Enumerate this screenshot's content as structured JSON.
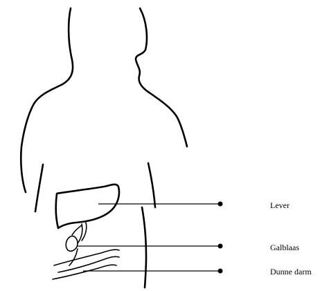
{
  "diagram": {
    "labels": {
      "lever": "Lever",
      "galblaas": "Galblaas",
      "dunne_darm": "Dunne darm"
    }
  }
}
